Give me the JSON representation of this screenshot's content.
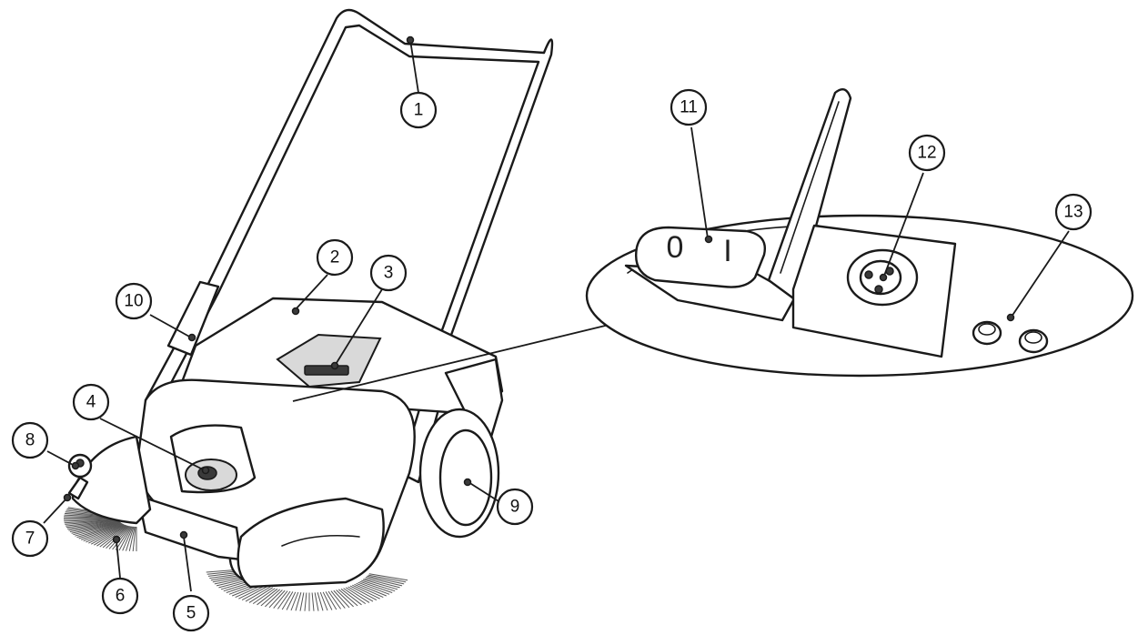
{
  "callouts": [
    {
      "id": "1",
      "label": "1"
    },
    {
      "id": "2",
      "label": "2"
    },
    {
      "id": "3",
      "label": "3"
    },
    {
      "id": "4",
      "label": "4"
    },
    {
      "id": "5",
      "label": "5"
    },
    {
      "id": "6",
      "label": "6"
    },
    {
      "id": "7",
      "label": "7"
    },
    {
      "id": "8",
      "label": "8"
    },
    {
      "id": "9",
      "label": "9"
    },
    {
      "id": "10",
      "label": "10"
    },
    {
      "id": "11",
      "label": "11"
    },
    {
      "id": "12",
      "label": "12"
    },
    {
      "id": "13",
      "label": "13"
    }
  ],
  "switch_marks": {
    "off": "0",
    "on": "I"
  },
  "colors": {
    "line": "#1a1a1a",
    "background": "#ffffff",
    "shade": "#d9d9d9"
  }
}
